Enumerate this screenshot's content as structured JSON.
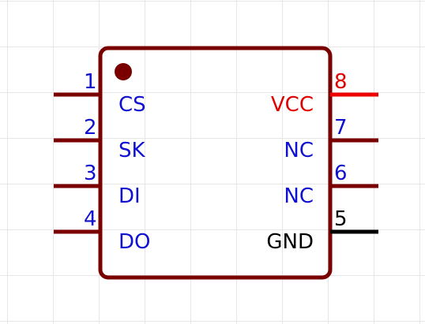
{
  "component": {
    "body_color": "#7a0000",
    "pin_color": "#7a0000",
    "left_pins": [
      {
        "number": "1",
        "name": "CS",
        "number_color": "#1010d0",
        "name_color": "#1010d0",
        "line_color": "#7a0000"
      },
      {
        "number": "2",
        "name": "SK",
        "number_color": "#1010d0",
        "name_color": "#1010d0",
        "line_color": "#7a0000"
      },
      {
        "number": "3",
        "name": "DI",
        "number_color": "#1010d0",
        "name_color": "#1010d0",
        "line_color": "#7a0000"
      },
      {
        "number": "4",
        "name": "DO",
        "number_color": "#1010d0",
        "name_color": "#1010d0",
        "line_color": "#7a0000"
      }
    ],
    "right_pins": [
      {
        "number": "8",
        "name": "VCC",
        "number_color": "#e00000",
        "name_color": "#e00000",
        "line_color": "#ee0000"
      },
      {
        "number": "7",
        "name": "NC",
        "number_color": "#1010d0",
        "name_color": "#1010d0",
        "line_color": "#7a0000"
      },
      {
        "number": "6",
        "name": "NC",
        "number_color": "#1010d0",
        "name_color": "#1010d0",
        "line_color": "#7a0000"
      },
      {
        "number": "5",
        "name": "GND",
        "number_color": "#000000",
        "name_color": "#000000",
        "line_color": "#000000"
      }
    ]
  }
}
